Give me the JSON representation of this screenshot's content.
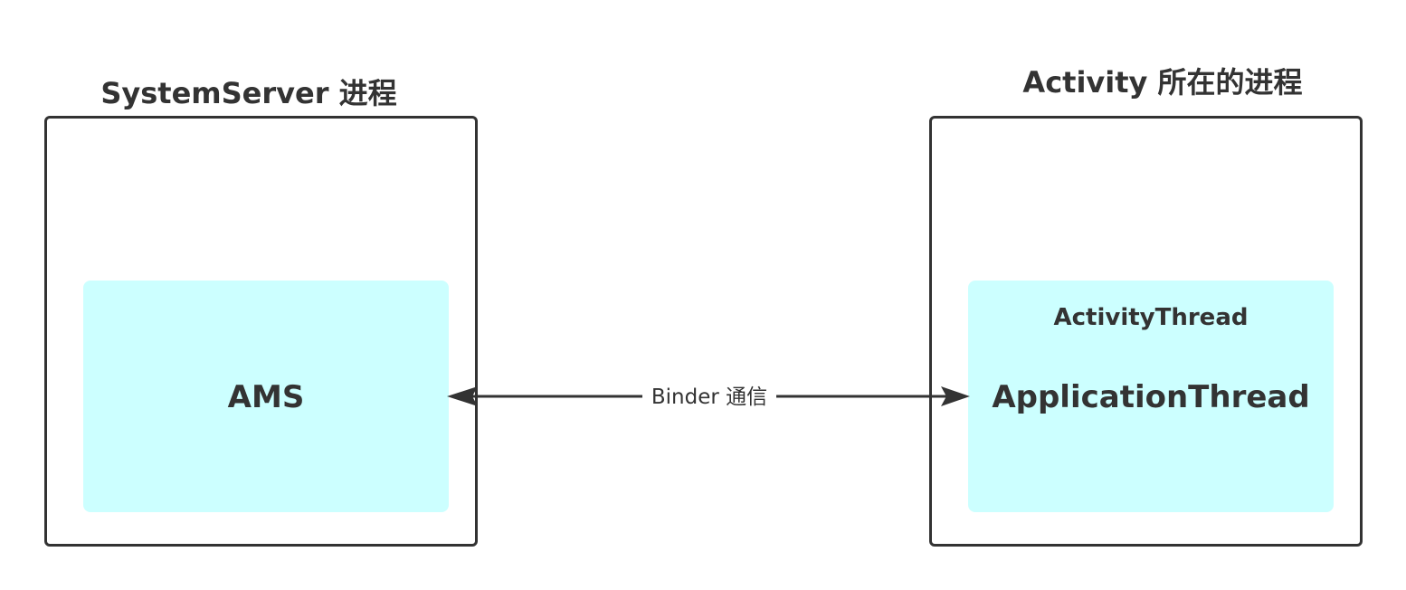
{
  "left_process": {
    "title": "SystemServer 进程",
    "component": "AMS"
  },
  "right_process": {
    "title": "Activity 所在的进程",
    "component_subtitle": "ActivityThread",
    "component": "ApplicationThread"
  },
  "connection": {
    "label": "Binder 通信",
    "direction": "bidirectional"
  },
  "colors": {
    "stroke": "#333333",
    "component_fill": "#ccffff",
    "background": "#ffffff"
  }
}
